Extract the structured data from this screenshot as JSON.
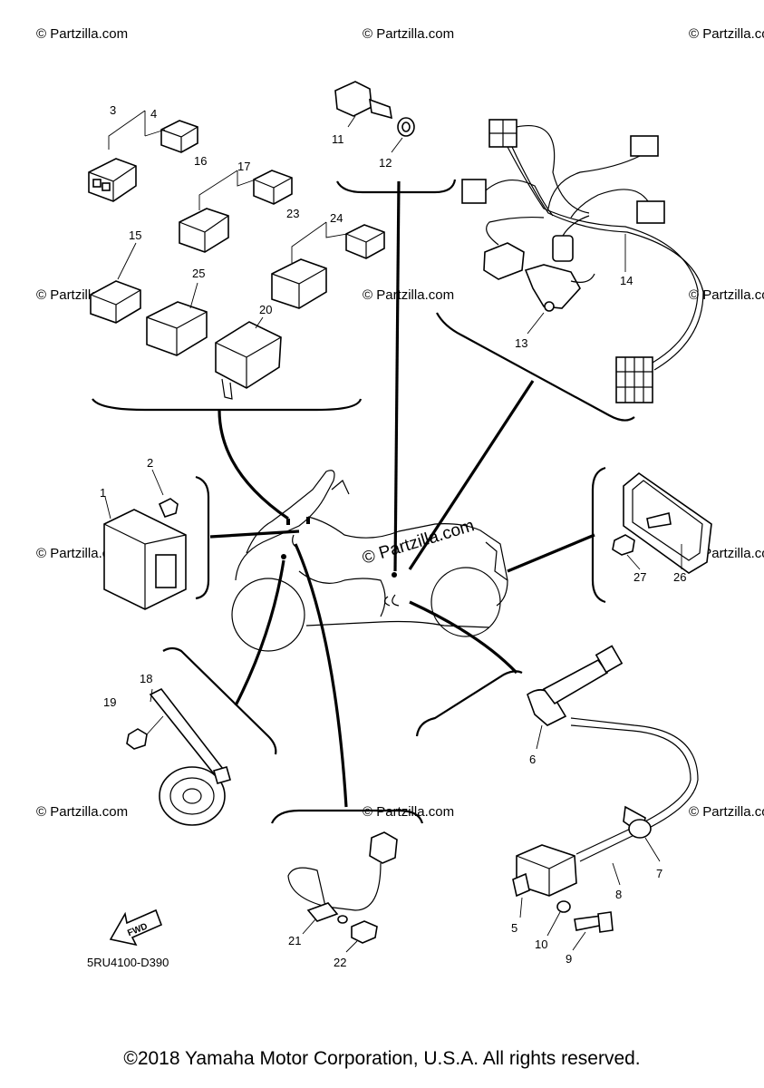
{
  "watermark": {
    "text": "© Partzilla.com",
    "center_text": "© Partzilla.com"
  },
  "callouts": {
    "p1": "1",
    "p2": "2",
    "p3": "3",
    "p4": "4",
    "p5": "5",
    "p6": "6",
    "p7": "7",
    "p8": "8",
    "p9": "9",
    "p10": "10",
    "p11": "11",
    "p12": "12",
    "p13": "13",
    "p14": "14",
    "p15": "15",
    "p16": "16",
    "p17": "17",
    "p18": "18",
    "p19": "19",
    "p20": "20",
    "p21": "21",
    "p22": "22",
    "p23": "23",
    "p24": "24",
    "p25": "25",
    "p26": "26",
    "p27": "27"
  },
  "fwd_label": "FWD",
  "diagram_code": "5RU4100-D390",
  "copyright": "©2018 Yamaha Motor Corporation, U.S.A. All rights reserved."
}
